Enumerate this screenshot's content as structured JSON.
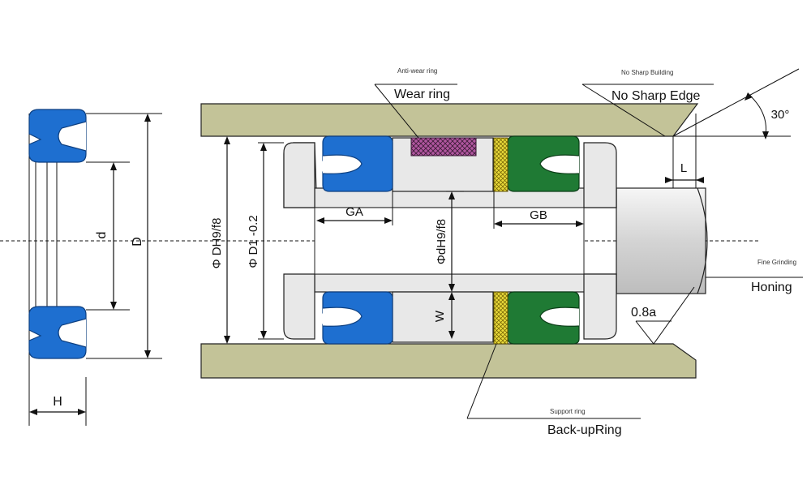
{
  "labels": {
    "wear_ring_small": "Anti-wear ring",
    "wear_ring": "Wear ring",
    "no_sharp_small": "No Sharp Building",
    "no_sharp": "No Sharp Edge",
    "angle": "30°",
    "L": "L",
    "GA": "GA",
    "GB": "GB",
    "DH": "Φ DH9/f8",
    "D1": "Φ D1 -0.2",
    "dH": "ΦdH9/f8",
    "W": "W",
    "d": "d",
    "D": "D",
    "H": "H",
    "fine_grinding": "Fine Grinding",
    "honing": "Honing",
    "roughness": "0.8a",
    "support_ring_small": "Support ring",
    "backup_ring": "Back-upRing"
  },
  "colors": {
    "barrel": "#c3c398",
    "piston": "#e8e8e8",
    "seal_blue": "#1e6fd0",
    "seal_green": "#1f7a34",
    "wear_ring": "#b0569f",
    "backup_ring": "#e9da3a",
    "rod": "#dcdcdc"
  }
}
